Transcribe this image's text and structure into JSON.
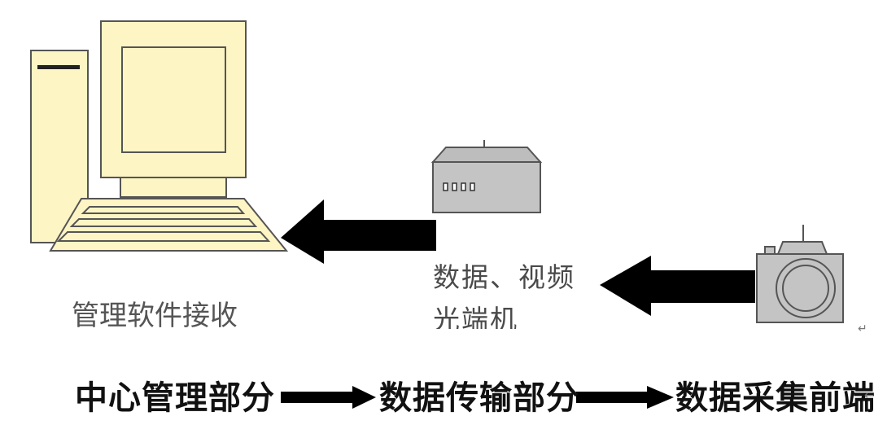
{
  "labels": {
    "software_receive": "管理软件接收",
    "optical_transceiver_line1": "数据、视频",
    "optical_transceiver_line2": "光端机"
  },
  "stages": {
    "center": "中心管理部分",
    "transmission": "数据传输部分",
    "collection": "数据采集前端"
  },
  "marks": {
    "return_1": "↵",
    "return_2": "←"
  },
  "icons": {
    "computer": "computer-icon",
    "transceiver": "optical-transceiver-icon",
    "camera": "camera-icon"
  },
  "colors": {
    "computer_fill": "#fdf5c4",
    "device_fill": "#c0c0c0",
    "arrow": "#000000"
  }
}
